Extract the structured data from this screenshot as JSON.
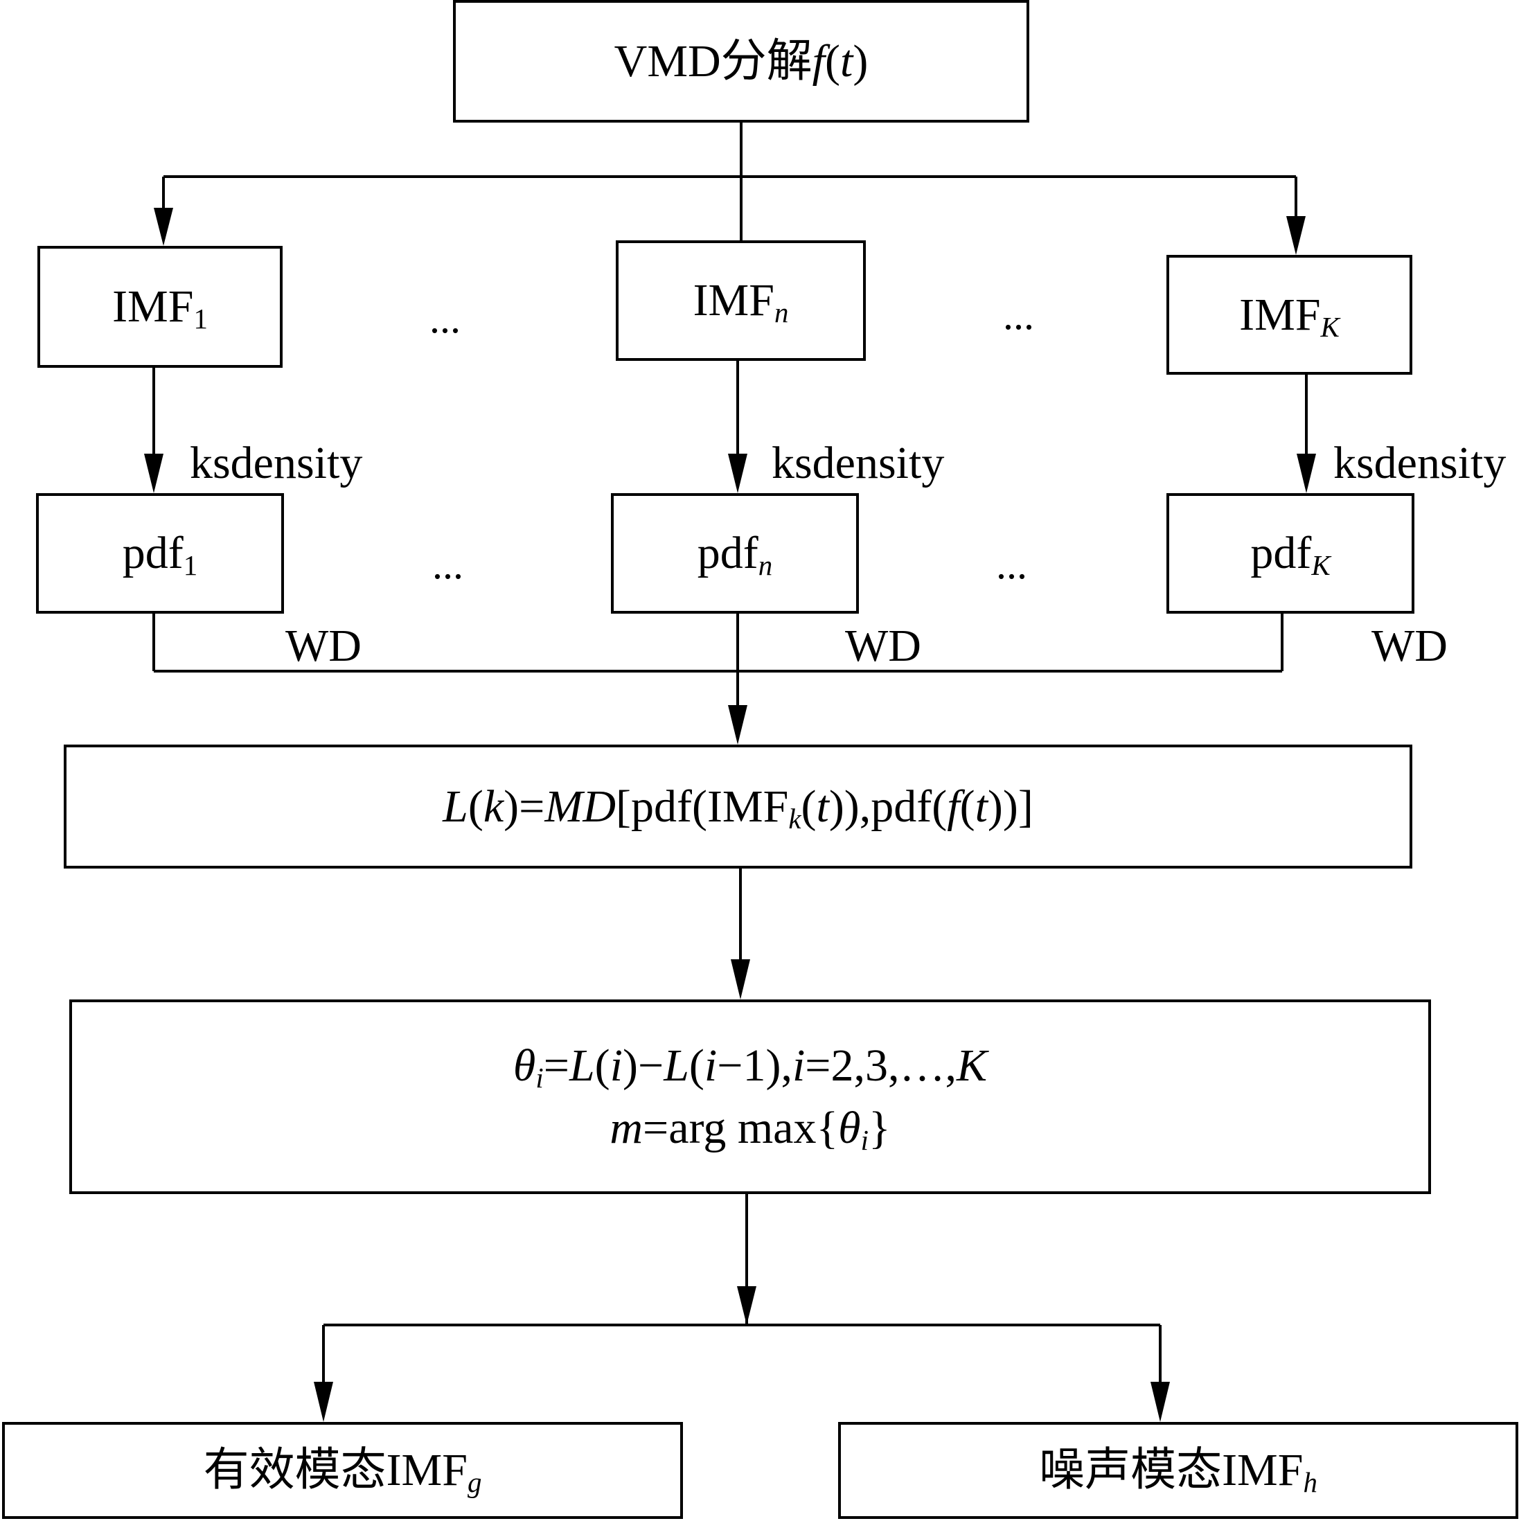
{
  "nodes": {
    "top": {
      "pre": "VMD分解",
      "f": "f",
      "open": "(",
      "t": "t",
      "close": ")"
    },
    "imf1": {
      "base": "IMF",
      "sub": "1"
    },
    "imfn": {
      "base": "IMF",
      "sub": "n"
    },
    "imfK": {
      "base": "IMF",
      "sub": "K"
    },
    "pdf1": {
      "base": "pdf",
      "sub": "1"
    },
    "pdfn": {
      "base": "pdf",
      "sub": "n"
    },
    "pdfK": {
      "base": "pdf",
      "sub": "K"
    },
    "formula_L": {
      "L": "L",
      "p1": "(",
      "k": "k",
      "p2": ")=",
      "MD": "MD",
      "p3": "[pdf(IMF",
      "sub": "k",
      "p4": "(",
      "t": "t",
      "p5": ")),pdf(",
      "f": "f",
      "p6": "(",
      "t2": "t",
      "p7": "))]"
    },
    "formula_theta": {
      "line1": {
        "theta": "θ",
        "sub": "i",
        "a": "=",
        "L1": "L",
        "b": "(",
        "i1": "i",
        "c": ")−",
        "L2": "L",
        "d": "(",
        "i2": "i",
        "e": "−1),",
        "i3": "i",
        "g": "=2,3,…,",
        "K": "K"
      },
      "line2": {
        "m": "m",
        "a": "=arg max{",
        "theta": "θ",
        "sub": "i",
        "b": "}"
      }
    },
    "effective": {
      "base": "有效模态IMF",
      "sub": "g"
    },
    "noise": {
      "base": "噪声模态IMF",
      "sub": "h"
    }
  },
  "edge_labels": {
    "ksdensity": "ksdensity",
    "wd": "WD",
    "ellipsis": "..."
  }
}
